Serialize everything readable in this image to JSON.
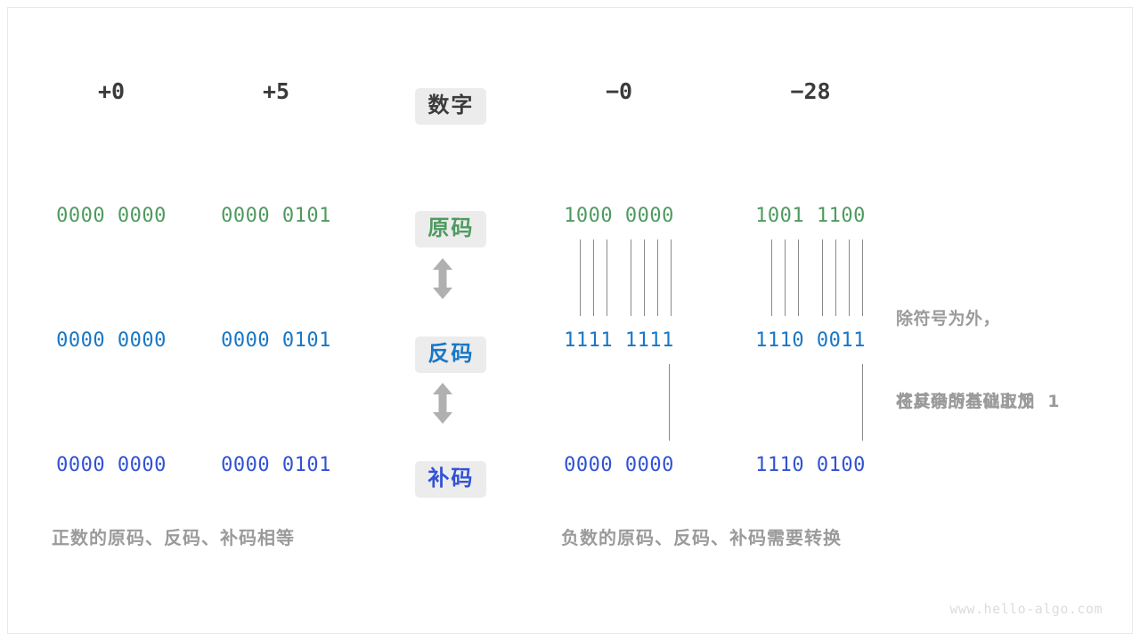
{
  "diagram": {
    "title_row": {
      "label": "数字",
      "values": [
        "+0",
        "+5",
        "−0",
        "−28"
      ]
    },
    "rows": [
      {
        "label": "原码",
        "label_color": "#4e9a5f",
        "values": [
          "0000 0000",
          "0000 0101",
          "1000 0000",
          "1001 1100"
        ]
      },
      {
        "label": "反码",
        "label_color": "#1877c6",
        "values": [
          "0000 0000",
          "0000 0101",
          "1111 1111",
          "1110 0011"
        ]
      },
      {
        "label": "补码",
        "label_color": "#3152d4",
        "values": [
          "0000 0000",
          "0000 0101",
          "0000 0000",
          "1110 0100"
        ]
      }
    ],
    "notes": [
      {
        "line1": "除符号为外，",
        "line2": "将其余所有位取反"
      },
      {
        "line1": "在反码的基础上加  1",
        "line2": ""
      }
    ],
    "captions": {
      "positive": "正数的原码、反码、补码相等",
      "negative": "负数的原码、反码、补码需要转换"
    },
    "watermark": "www.hello-algo.com",
    "colors": {
      "ink": "#3b3b3b",
      "green": "#4e9a5f",
      "cyan": "#1877c6",
      "blue": "#3152d4",
      "muted": "#9b9b9b",
      "chip_bg": "#ececec",
      "line": "#8a8a8a"
    }
  }
}
